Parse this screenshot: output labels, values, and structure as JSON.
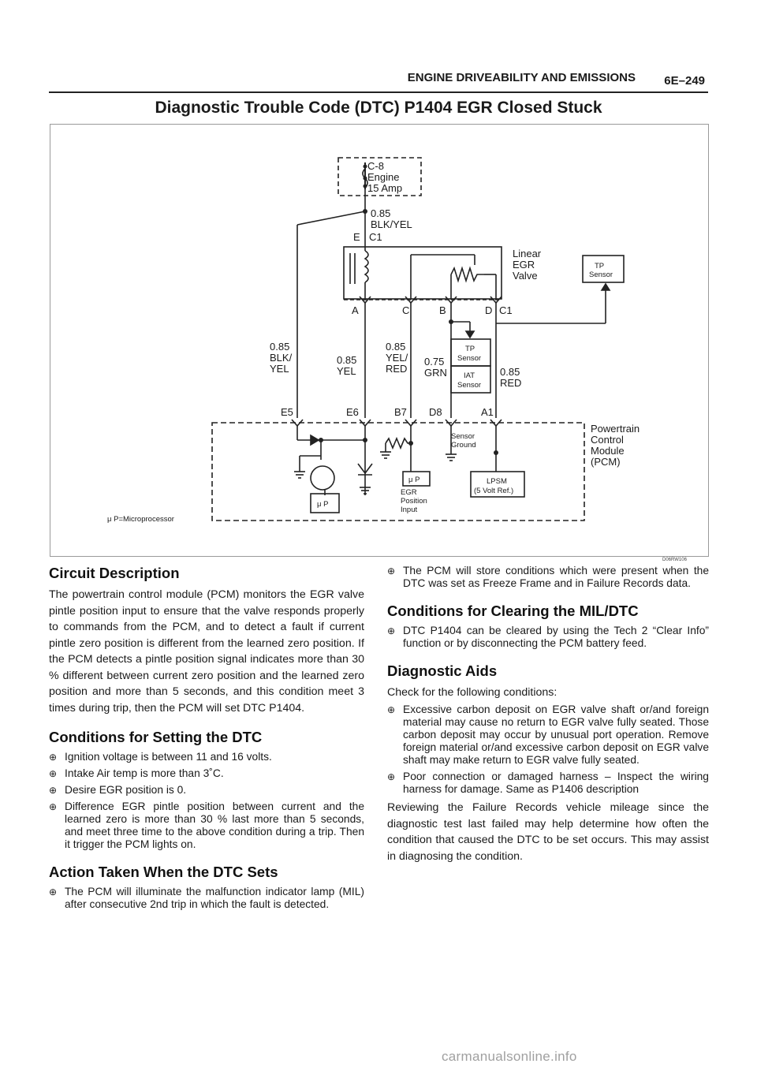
{
  "header": {
    "section": "ENGINE DRIVEABILITY AND EMISSIONS",
    "page": "6E–249"
  },
  "title": "Diagnostic Trouble Code (DTC) P1404 EGR Closed Stuck",
  "figure_id": "D06RW106",
  "diagram": {
    "fuse": [
      "C-8",
      "Engine",
      "15 Amp"
    ],
    "feed_wire": [
      "0.85",
      "BLK/YEL"
    ],
    "conn_top": [
      "E",
      "C1"
    ],
    "valve": [
      "Linear",
      "EGR",
      "Valve"
    ],
    "tp_sensor_ext": [
      "TP",
      "Sensor"
    ],
    "pins_valve": [
      "A",
      "C",
      "B",
      "D",
      "C1"
    ],
    "wire1": [
      "0.85",
      "BLK/",
      "YEL"
    ],
    "wire2": [
      "0.85",
      "YEL"
    ],
    "wire3": [
      "0.85",
      "YEL/",
      "RED"
    ],
    "wire4": [
      "0.75",
      "GRN"
    ],
    "wire5": [
      "0.85",
      "RED"
    ],
    "tp_box": [
      "TP",
      "Sensor"
    ],
    "iat_box": [
      "IAT",
      "Sensor"
    ],
    "pins_pcm": [
      "E5",
      "E6",
      "B7",
      "D8",
      "A1"
    ],
    "pcm": [
      "Powertrain",
      "Control",
      "Module",
      "(PCM)"
    ],
    "sensor_ground": [
      "Sensor",
      "Ground"
    ],
    "mu_p": "μ P",
    "egr_input": [
      "EGR",
      "Position",
      "Input"
    ],
    "lpsm": [
      "LPSM",
      "(5 Volt Ref.)"
    ],
    "legend": "μ P=Microprocessor"
  },
  "left": {
    "circuit_h": "Circuit Description",
    "circuit_p": "The powertrain control module (PCM) monitors the EGR valve pintle position input to ensure that the valve responds properly to commands from the PCM, and to detect a fault if current pintle zero position is different from the learned zero position. If the PCM detects a pintle position signal indicates more than 30 % different between current zero position and the learned zero position and more than 5 seconds, and this condition meet 3 times during trip, then the PCM will set DTC P1404.",
    "setting_h": "Conditions for Setting the DTC",
    "setting_items": [
      "Ignition voltage is between 11 and 16 volts.",
      "Intake Air temp is more than 3˚C.",
      "Desire EGR position is 0.",
      "Difference EGR pintle position between current and the learned zero is more than 30 %  last more than 5 seconds, and meet three time to the above condition during  a trip. Then it trigger the PCM lights on."
    ],
    "action_h": "Action Taken When the DTC Sets",
    "action_items": [
      "The PCM will illuminate the malfunction indicator lamp (MIL) after consecutive 2nd trip in which the fault is detected."
    ]
  },
  "right": {
    "action_items": [
      "The PCM will store conditions which were present when the DTC was set as Freeze Frame and in Failure Records data."
    ],
    "clearing_h": "Conditions for Clearing the MIL/DTC",
    "clearing_items": [
      "DTC P1404 can be cleared by using the Tech 2 “Clear Info” function or by disconnecting the PCM battery feed."
    ],
    "aids_h": "Diagnostic Aids",
    "aids_intro": "Check for the following conditions:",
    "aids_items": [
      "Excessive carbon deposit on EGR valve shaft or/and foreign material  may cause no return to EGR valve fully seated. Those carbon deposit may occur by unusual port operation.  Remove foreign material or/and excessive carbon deposit on EGR valve shaft may make return to EGR valve fully seated.",
      "Poor connection or damaged harness – Inspect the wiring harness for damage. Same as P1406 description"
    ],
    "aids_p": "Reviewing the Failure Records vehicle mileage since the diagnostic test last failed may help determine how often the condition that caused the DTC to be set occurs.  This may assist in diagnosing the condition."
  },
  "footer": "carmanualsonline.info"
}
